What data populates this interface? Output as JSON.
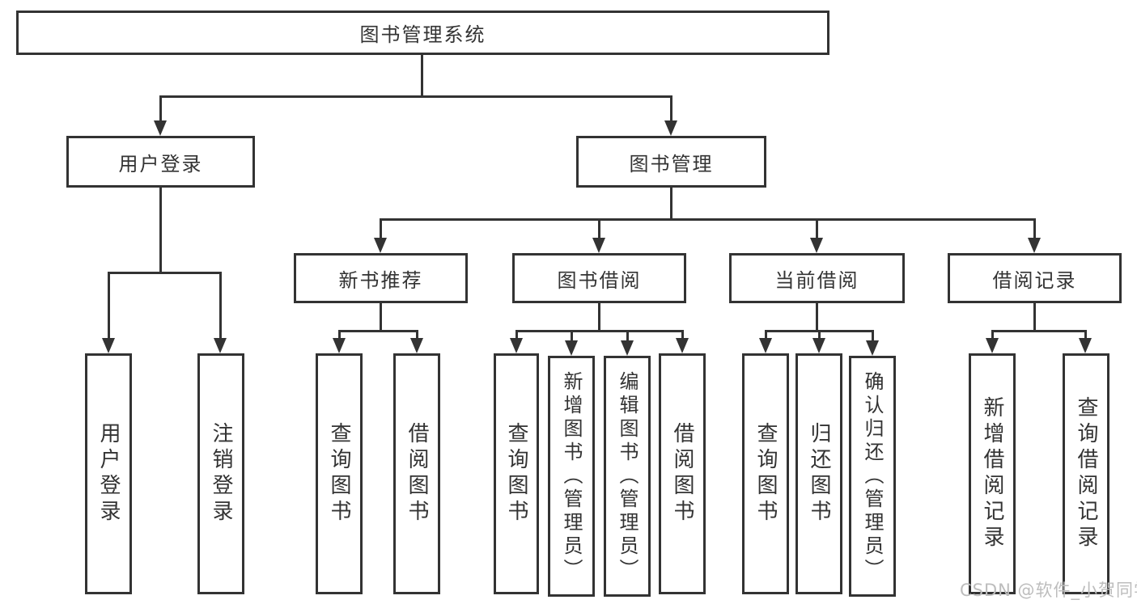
{
  "tree": {
    "root": "图书管理系统",
    "branches": [
      {
        "label": "用户登录",
        "children": [
          "用户登录",
          "注销登录"
        ]
      },
      {
        "label": "图书管理",
        "children": [
          {
            "label": "新书推荐",
            "children": [
              "查询图书",
              "借阅图书"
            ]
          },
          {
            "label": "图书借阅",
            "children": [
              "查询图书",
              "新增图书（管理员）",
              "编辑图书（管理员）",
              "借阅图书"
            ]
          },
          {
            "label": "当前借阅",
            "children": [
              "查询图书",
              "归还图书",
              "确认归还（管理员）"
            ]
          },
          {
            "label": "借阅记录",
            "children": [
              "新增借阅记录",
              "查询借阅记录"
            ]
          }
        ]
      }
    ]
  },
  "watermark": "CSDN @软件_小贺同学",
  "colors": {
    "line": "#333333",
    "text": "#333333",
    "watermark": "#bdbdbd",
    "background": "#ffffff"
  }
}
